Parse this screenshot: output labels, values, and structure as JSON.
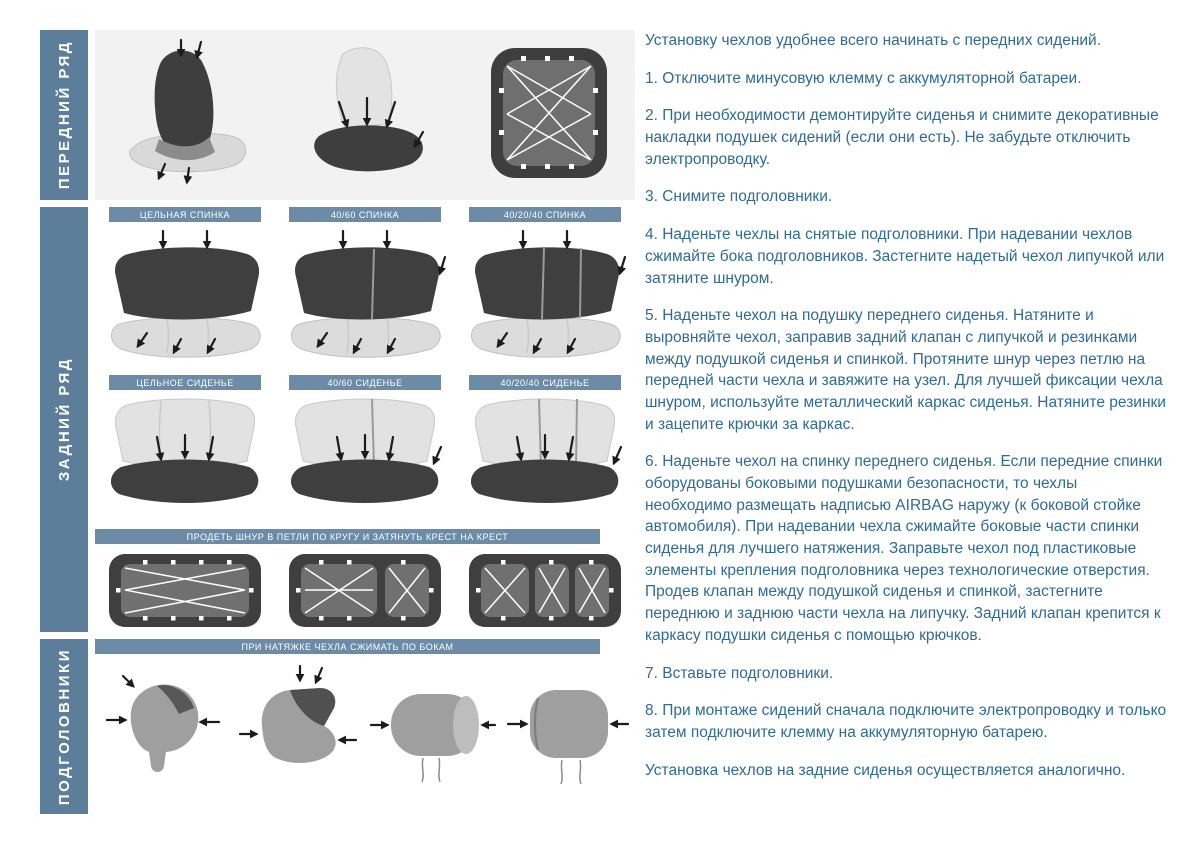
{
  "colors": {
    "section_bar": "#5d7e9b",
    "caption_bar": "#6b8ba7",
    "body_text": "#2f6b95",
    "illustration_dark": "#3f3f3f",
    "illustration_light": "#dcdcdc"
  },
  "sections": {
    "front_row": {
      "label": "ПЕРЕДНИЙ РЯД",
      "illustrations": [
        "front-backrest-cover",
        "front-cushion-cover",
        "front-backrest-lacing"
      ]
    },
    "rear_row": {
      "label": "ЗАДНИЙ РЯД",
      "back_captions": [
        "ЦЕЛЬНАЯ СПИНКА",
        "40/60 СПИНКА",
        "40/20/40 СПИНКА"
      ],
      "seat_captions": [
        "ЦЕЛЬНОЕ СИДЕНЬЕ",
        "40/60 СИДЕНЬЕ",
        "40/20/40 СИДЕНЬЕ"
      ],
      "lace_caption": "ПРОДЕТЬ ШНУР В ПЕТЛИ ПО КРУГУ И ЗАТЯНУТЬ КРЕСТ НА КРЕСТ",
      "illustrations": [
        "rear-backrest-solid",
        "rear-backrest-40-60",
        "rear-backrest-40-20-40",
        "rear-seat-solid",
        "rear-seat-40-60",
        "rear-seat-40-20-40",
        "rear-lacing-solid",
        "rear-lacing-40-60",
        "rear-lacing-40-20-40"
      ]
    },
    "headrests": {
      "label": "ПОДГОЛОВНИКИ",
      "caption": "ПРИ НАТЯЖКЕ ЧЕХЛА СЖИМАТЬ ПО БОКАМ",
      "illustrations": [
        "headrest-curved",
        "headrest-folded",
        "headrest-cylinder",
        "headrest-pillow"
      ]
    }
  },
  "instructions": {
    "intro": "Установку чехлов удобнее всего начинать с передних сидений.",
    "steps": [
      "1. Отключите минусовую клемму с аккумуляторной батареи.",
      "2. При необходимости демонтируйте сиденья и снимите декоративные накладки подушек сидений (если они есть). Не забудьте отключить электропроводку.",
      "3. Снимите подголовники.",
      "4. Наденьте чехлы на снятые подголовники. При надевании чехлов сжимайте бока подголовников. Застегните надетый чехол липучкой или затяните шнуром.",
      "5. Наденьте чехол на подушку переднего сиденья. Натяните и выровняйте чехол, заправив задний клапан с липучкой и резинками между подушкой сиденья и спинкой. Протяните шнур через петлю на передней части чехла и завяжите на узел. Для лучшей фиксации чехла шнуром, используйте металлический каркас сиденья. Натяните резинки и зацепите крючки за каркас.",
      "6. Наденьте чехол на спинку переднего сиденья. Если передние спинки оборудованы боковыми подушками безопасности, то чехлы необходимо размещать надписью AIRBAG наружу (к боковой стойке автомобиля). При надевании чехла сжимайте боковые части спинки сиденья для лучшего натяжения. Заправьте чехол под пластиковые элементы крепления подголовника через технологические отверстия. Продев клапан между подушкой сиденья и спинкой, застегните переднюю и заднюю части чехла на липучку. Задний клапан крепится к каркасу подушки сиденья с помощью крючков.",
      "7. Вставьте подголовники.",
      "8. При монтаже сидений сначала подключите электропроводку и только затем подключите клемму на аккумуляторную батарею."
    ],
    "outro": "Установка чехлов на задние сиденья осуществляется аналогично."
  }
}
